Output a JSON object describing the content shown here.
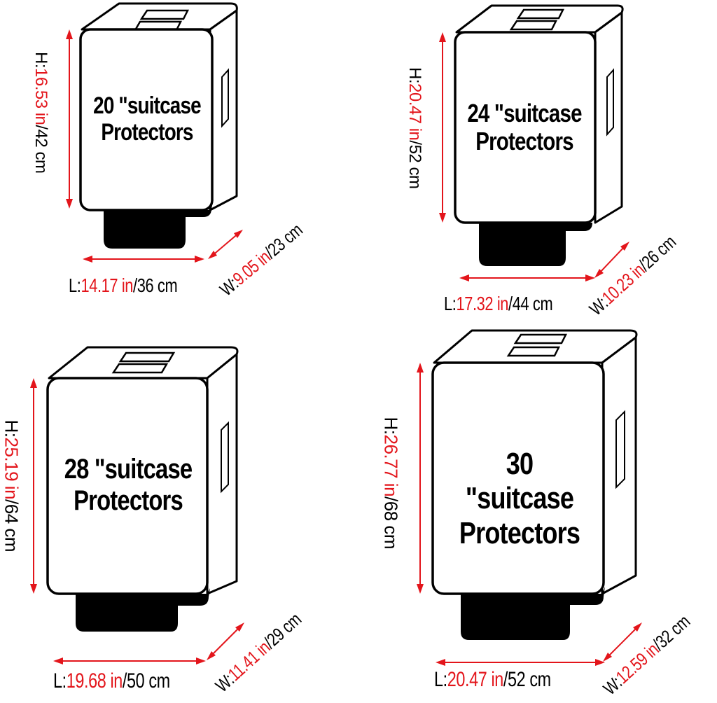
{
  "colors": {
    "dimension_red": "#e3151b",
    "outline": "#000000",
    "background": "#ffffff"
  },
  "unit_separator": "/",
  "sizes": [
    {
      "title_line1": "20 \"suitcase",
      "title_line2": "Protectors",
      "height": {
        "prefix": "H:",
        "inches": "16.53 in",
        "cm": "/42 cm"
      },
      "length": {
        "prefix": "L:",
        "inches": "14.17 in",
        "cm": "/36 cm"
      },
      "width": {
        "prefix": "W:",
        "inches": "9.05 in",
        "cm": "/23 cm"
      }
    },
    {
      "title_line1": "24 \"suitcase",
      "title_line2": "Protectors",
      "height": {
        "prefix": "H:",
        "inches": "20.47 in",
        "cm": "/52 cm"
      },
      "length": {
        "prefix": "L:",
        "inches": "17.32 in",
        "cm": "/44 cm"
      },
      "width": {
        "prefix": "W:",
        "inches": "10.23 in",
        "cm": "/26 cm"
      }
    },
    {
      "title_line1": "28 \"suitcase",
      "title_line2": "Protectors",
      "height": {
        "prefix": "H:",
        "inches": "25.19 in",
        "cm": "/64 cm"
      },
      "length": {
        "prefix": "L:",
        "inches": "19.68 in",
        "cm": "/50 cm"
      },
      "width": {
        "prefix": "W:",
        "inches": "11.41 in",
        "cm": "/29 cm"
      }
    },
    {
      "title_line1": "30 \"suitcase",
      "title_line2": "Protectors",
      "height": {
        "prefix": "H:",
        "inches": "26.77 in",
        "cm": "/68 cm"
      },
      "length": {
        "prefix": "L:",
        "inches": "20.47 in",
        "cm": "/52 cm"
      },
      "width": {
        "prefix": "W:",
        "inches": "12.59 in",
        "cm": "/32 cm"
      }
    }
  ]
}
